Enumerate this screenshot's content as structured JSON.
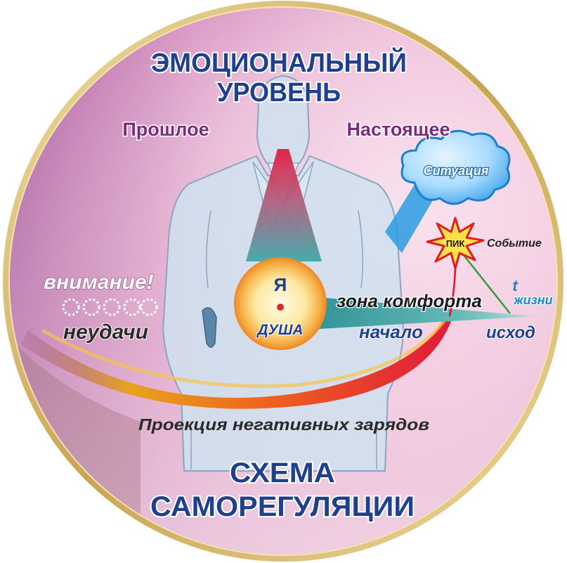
{
  "title": {
    "line1": "ЭМОЦИОНАЛЬНЫЙ",
    "line2": "УРОВЕНЬ"
  },
  "bottom_title": {
    "line1": "СХЕМА",
    "line2": "САМОРЕГУЛЯЦИИ"
  },
  "labels": {
    "past": "Прошлое",
    "present": "Настоящее",
    "situation": "Ситуация",
    "peak": "ПИК",
    "event": "Событие",
    "attention": "внимание!",
    "failures": "неудачи",
    "ya": "Я",
    "soul": "ДУША",
    "comfort_zone": "зона комфорта",
    "start": "начало",
    "outcome": "исход",
    "t": "t",
    "life": "жизни",
    "projection": "Проекция негативных зарядов"
  },
  "colors": {
    "title_blue": "#1f3f8f",
    "purple_text": "#7b2a7e",
    "dark_text": "#2a2a2a",
    "teal": "#2c8f8f",
    "cloud_blue": "#1b84d6",
    "peak_red": "#d41b1b",
    "frame_gold": "#d6b66a"
  }
}
